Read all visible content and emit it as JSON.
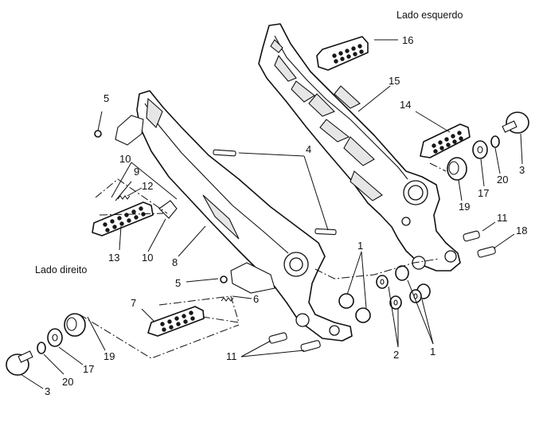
{
  "labels": {
    "left_side": "Lado esquerdo",
    "right_side": "Lado direito"
  },
  "callouts": {
    "c1a": "1",
    "c1b": "1",
    "c2": "2",
    "c3a": "3",
    "c3b": "3",
    "c4": "4",
    "c5a": "5",
    "c5b": "5",
    "c6": "6",
    "c7": "7",
    "c8": "8",
    "c9": "9",
    "c10a": "10",
    "c10b": "10",
    "c11a": "11",
    "c11b": "11",
    "c12": "12",
    "c13": "13",
    "c14": "14",
    "c15": "15",
    "c16": "16",
    "c17a": "17",
    "c17b": "17",
    "c18": "18",
    "c19a": "19",
    "c19b": "19",
    "c20a": "20",
    "c20b": "20"
  }
}
